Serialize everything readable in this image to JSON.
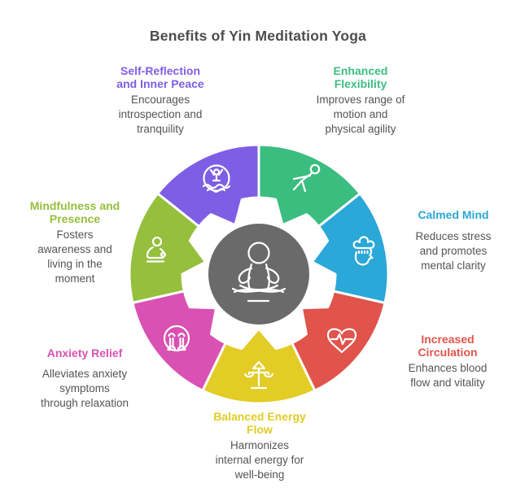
{
  "title": "Benefits of Yin Meditation Yoga",
  "center": {
    "icon": "lotus-meditation-icon",
    "color": "#6a6a6a"
  },
  "segments": [
    {
      "id": "enhanced-flexibility",
      "label": "Enhanced\nFlexibility",
      "desc": "Improves range of\nmotion and\nphysical agility",
      "color": "#3cbd80",
      "icon": "stretching-person-icon"
    },
    {
      "id": "calmed-mind",
      "label": "Calmed Mind",
      "desc": "Reduces stress\nand promotes\nmental clarity",
      "color": "#2ba7d8",
      "icon": "head-rain-cloud-icon"
    },
    {
      "id": "increased-circulation",
      "label": "Increased\nCirculation",
      "desc": "Enhances blood\nflow and vitality",
      "color": "#e0544b",
      "icon": "heart-pulse-icon"
    },
    {
      "id": "balanced-energy-flow",
      "label": "Balanced Energy\nFlow",
      "desc": "Harmonizes\ninternal energy for\nwell-being",
      "color": "#e2cc25",
      "icon": "balance-scale-icon"
    },
    {
      "id": "anxiety-relief",
      "label": "Anxiety Relief",
      "desc": "Alleviates anxiety\nsymptoms\nthrough relaxation",
      "color": "#d951b3",
      "icon": "anxious-crying-face-icon"
    },
    {
      "id": "mindfulness-presence",
      "label": "Mindfulness and\nPresence",
      "desc": "Fosters\nawareness and\nliving in the\nmoment",
      "color": "#95bf3c",
      "icon": "meditating-person-icon"
    },
    {
      "id": "self-reflection",
      "label": "Self-Reflection\nand Inner Peace",
      "desc": "Encourages\nintrospection and\ntranquility",
      "color": "#7e5ee4",
      "icon": "person-rising-over-waves-icon"
    }
  ]
}
